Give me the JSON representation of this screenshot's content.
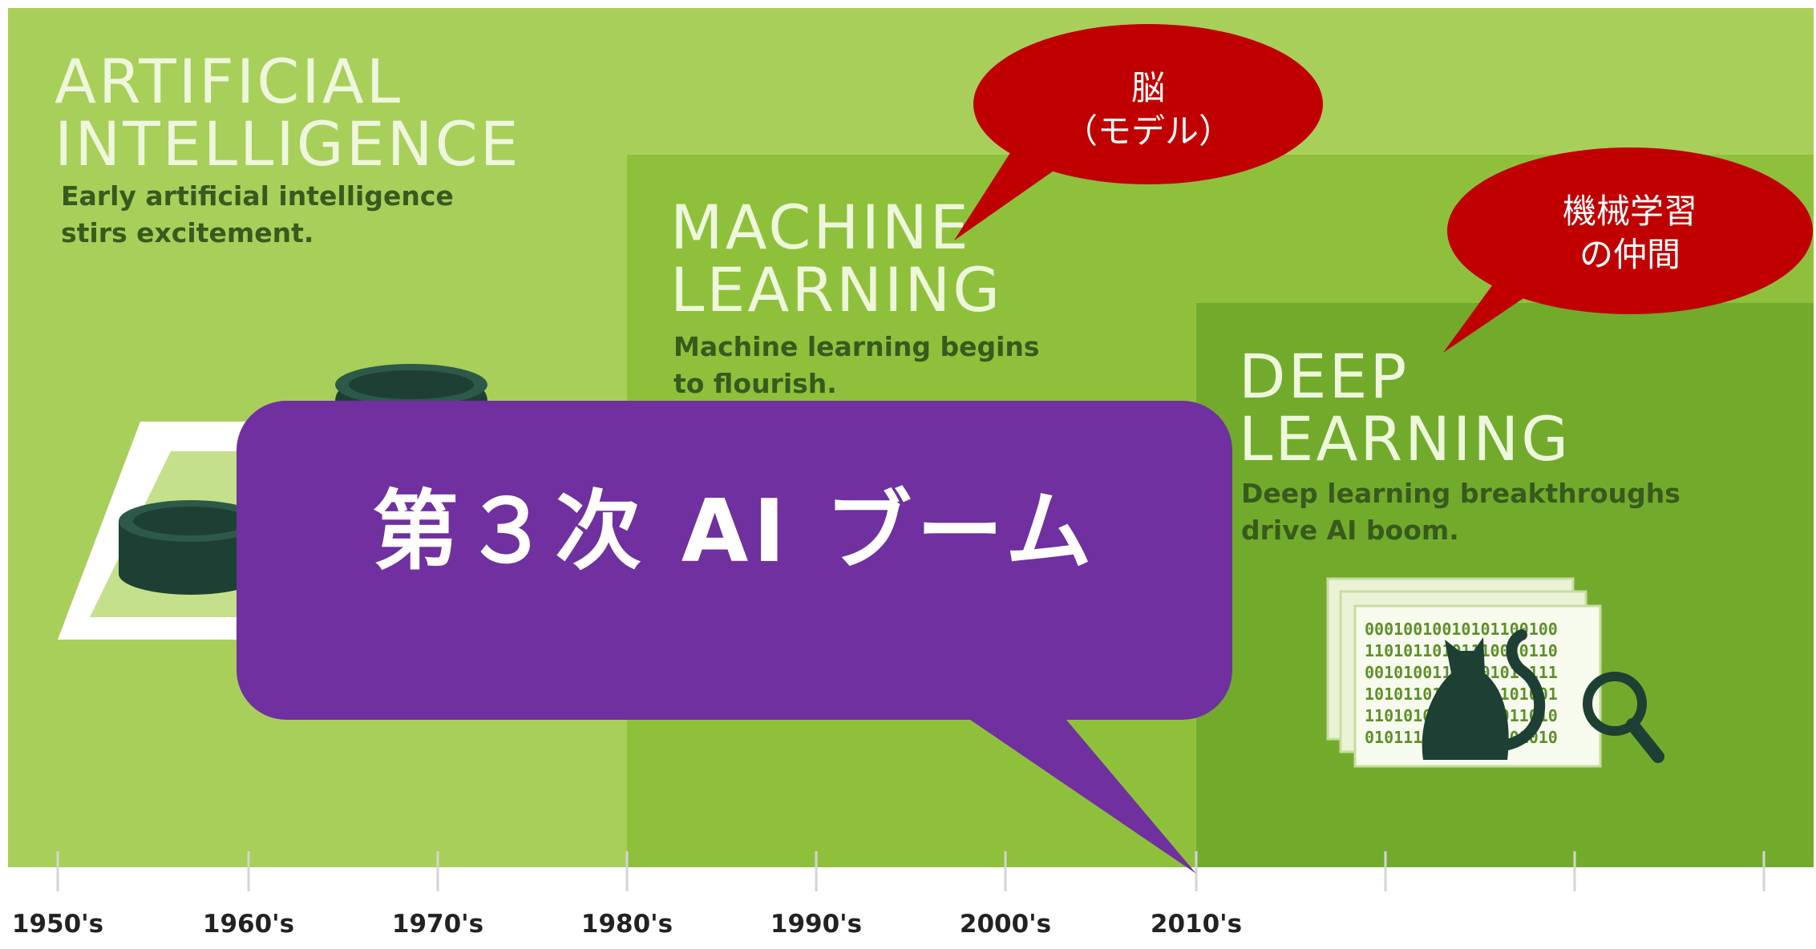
{
  "colors": {
    "ai_panel": "#a8cf5a",
    "ml_panel": "#8fc03b",
    "dl_panel": "#72ab2c",
    "heading_text": "#eef6dc",
    "subtext": "#375a1e",
    "callout_purple": "#7030a0",
    "callout_red": "#c00000",
    "icon_dark": "#1e4034",
    "tick": "#d4d4d4"
  },
  "sections": [
    {
      "id": "ai",
      "heading": "ARTIFICIAL\nINTELLIGENCE",
      "subtext": "Early artificial intelligence\nstirs excitement.",
      "icon": "checkers-board-icon"
    },
    {
      "id": "ml",
      "heading": "MACHINE\nLEARNING",
      "subtext": "Machine learning begins\nto flourish."
    },
    {
      "id": "dl",
      "heading": "DEEP\nLEARNING",
      "subtext": "Deep learning breakthroughs\ndrive AI boom.",
      "icon": "cat-recognition-icon"
    }
  ],
  "binary_text": [
    "00010010010101100100",
    "11010110101110010110",
    "00101001110101010111",
    "10101101010110101001",
    "11010101101101011010",
    "01011101010110101010"
  ],
  "timeline": [
    "1950's",
    "1960's",
    "1970's",
    "1980's",
    "1990's",
    "2000's",
    "2010's"
  ],
  "callouts": {
    "main": "第３次 AI ブーム",
    "brain": "脳\n（モデル）",
    "friends": "機械学習\nの仲間"
  }
}
